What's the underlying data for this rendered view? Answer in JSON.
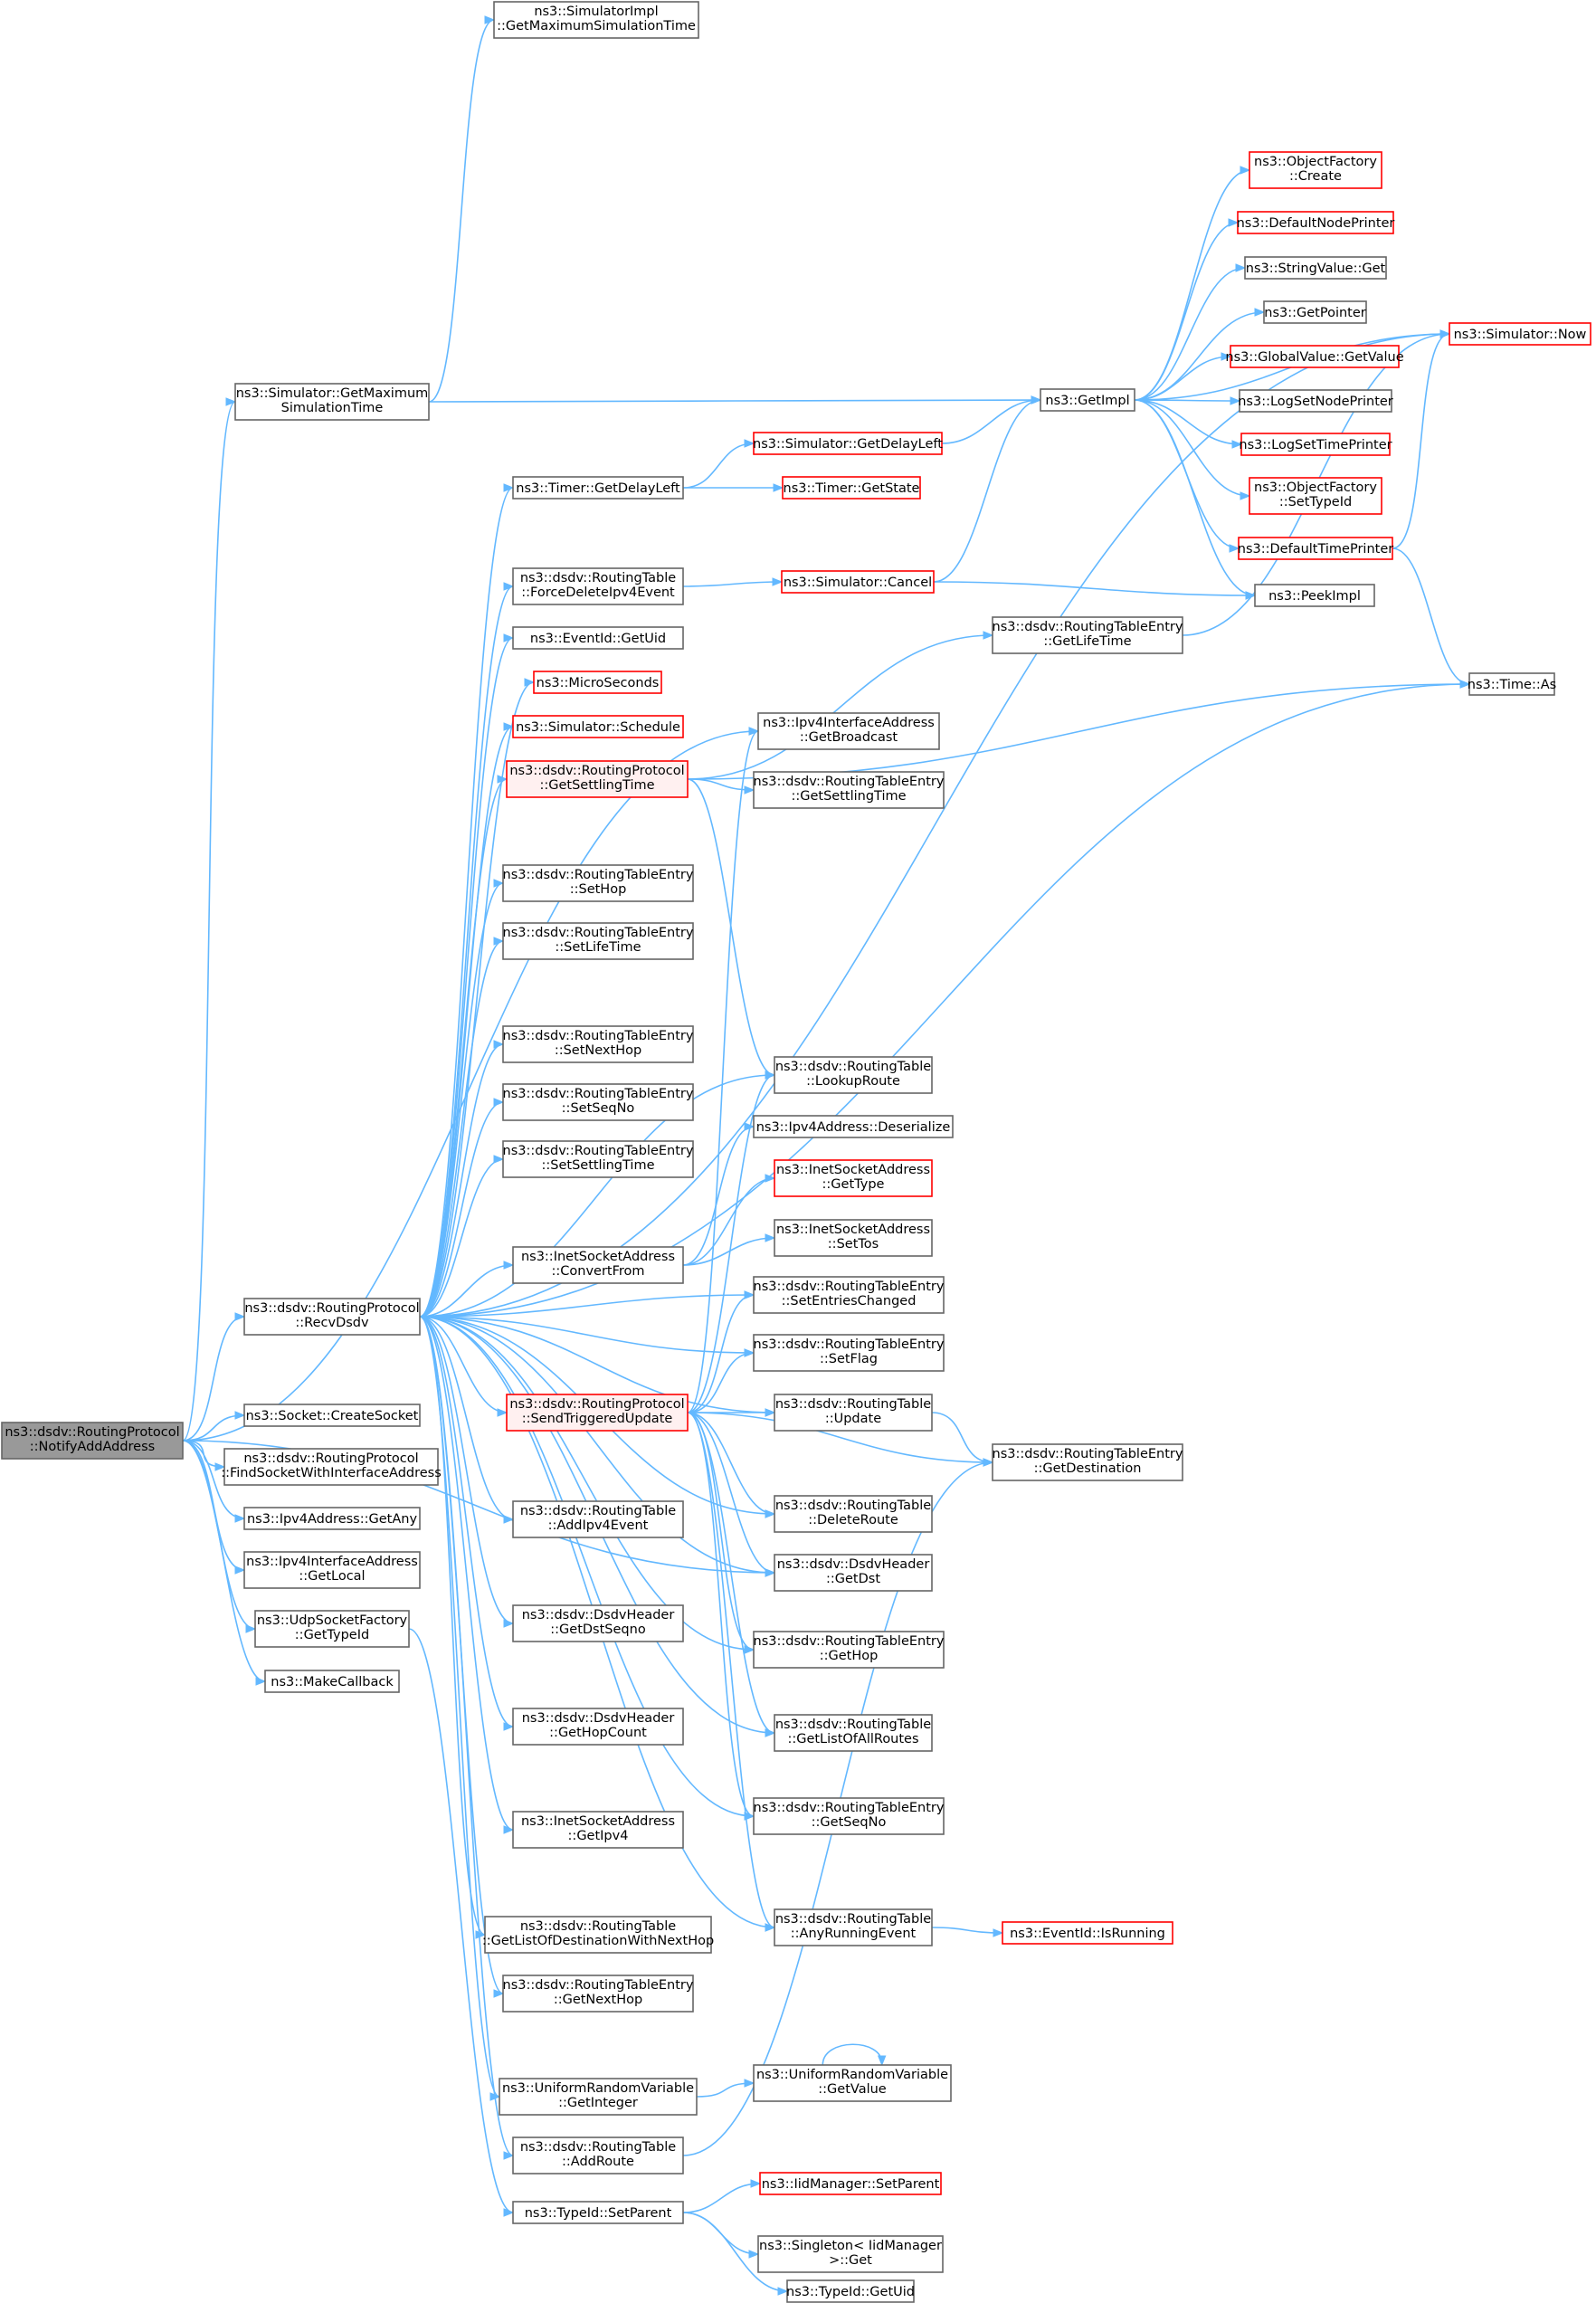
{
  "nodes": [
    {
      "id": "root",
      "lines": [
        "ns3::dsdv::RoutingProtocol",
        "::NotifyAddAddress"
      ],
      "style": "root"
    },
    {
      "id": "smaxsim",
      "lines": [
        "ns3::SimulatorImpl",
        "::GetMaximumSimulationTime"
      ],
      "style": "normal"
    },
    {
      "id": "getmax",
      "lines": [
        "ns3::Simulator::GetMaximum",
        "SimulationTime"
      ],
      "style": "normal"
    },
    {
      "id": "getimpl",
      "lines": [
        "ns3::GetImpl"
      ],
      "style": "normal"
    },
    {
      "id": "ofcreate",
      "lines": [
        "ns3::ObjectFactory",
        "::Create"
      ],
      "style": "red"
    },
    {
      "id": "defnode",
      "lines": [
        "ns3::DefaultNodePrinter"
      ],
      "style": "red"
    },
    {
      "id": "strget",
      "lines": [
        "ns3::StringValue::Get"
      ],
      "style": "normal"
    },
    {
      "id": "getptr",
      "lines": [
        "ns3::GetPointer"
      ],
      "style": "normal"
    },
    {
      "id": "gvget",
      "lines": [
        "ns3::GlobalValue::GetValue"
      ],
      "style": "red"
    },
    {
      "id": "now",
      "lines": [
        "ns3::Simulator::Now"
      ],
      "style": "red"
    },
    {
      "id": "lognode",
      "lines": [
        "ns3::LogSetNodePrinter"
      ],
      "style": "normal"
    },
    {
      "id": "logtime",
      "lines": [
        "ns3::LogSetTimePrinter"
      ],
      "style": "red"
    },
    {
      "id": "oftype",
      "lines": [
        "ns3::ObjectFactory",
        "::SetTypeId"
      ],
      "style": "red"
    },
    {
      "id": "deftime",
      "lines": [
        "ns3::DefaultTimePrinter"
      ],
      "style": "red"
    },
    {
      "id": "peekimpl",
      "lines": [
        "ns3::PeekImpl"
      ],
      "style": "normal"
    },
    {
      "id": "timeras",
      "lines": [
        "ns3::Time::As"
      ],
      "style": "normal"
    },
    {
      "id": "timerdl",
      "lines": [
        "ns3::Timer::GetDelayLeft"
      ],
      "style": "normal"
    },
    {
      "id": "simdl",
      "lines": [
        "ns3::Simulator::GetDelayLeft"
      ],
      "style": "red"
    },
    {
      "id": "timerstate",
      "lines": [
        "ns3::Timer::GetState"
      ],
      "style": "red"
    },
    {
      "id": "forcedel",
      "lines": [
        "ns3::dsdv::RoutingTable",
        "::ForceDeleteIpv4Event"
      ],
      "style": "normal"
    },
    {
      "id": "simcancel",
      "lines": [
        "ns3::Simulator::Cancel"
      ],
      "style": "red"
    },
    {
      "id": "evuid",
      "lines": [
        "ns3::EventId::GetUid"
      ],
      "style": "normal"
    },
    {
      "id": "micro",
      "lines": [
        "ns3::MicroSeconds"
      ],
      "style": "red"
    },
    {
      "id": "simsched",
      "lines": [
        "ns3::Simulator::Schedule"
      ],
      "style": "red"
    },
    {
      "id": "rtelife",
      "lines": [
        "ns3::dsdv::RoutingTableEntry",
        "::GetLifeTime"
      ],
      "style": "normal"
    },
    {
      "id": "ipv4bcast",
      "lines": [
        "ns3::Ipv4InterfaceAddress",
        "::GetBroadcast"
      ],
      "style": "normal"
    },
    {
      "id": "getsettle",
      "lines": [
        "ns3::dsdv::RoutingProtocol",
        "::GetSettlingTime"
      ],
      "style": "redpink"
    },
    {
      "id": "rtesettle",
      "lines": [
        "ns3::dsdv::RoutingTableEntry",
        "::GetSettlingTime"
      ],
      "style": "normal"
    },
    {
      "id": "sethop",
      "lines": [
        "ns3::dsdv::RoutingTableEntry",
        "::SetHop"
      ],
      "style": "normal"
    },
    {
      "id": "setlife",
      "lines": [
        "ns3::dsdv::RoutingTableEntry",
        "::SetLifeTime"
      ],
      "style": "normal"
    },
    {
      "id": "setnexthop",
      "lines": [
        "ns3::dsdv::RoutingTableEntry",
        "::SetNextHop"
      ],
      "style": "normal"
    },
    {
      "id": "setseqno",
      "lines": [
        "ns3::dsdv::RoutingTableEntry",
        "::SetSeqNo"
      ],
      "style": "normal"
    },
    {
      "id": "setsettle",
      "lines": [
        "ns3::dsdv::RoutingTableEntry",
        "::SetSettlingTime"
      ],
      "style": "normal"
    },
    {
      "id": "lookup",
      "lines": [
        "ns3::dsdv::RoutingTable",
        "::LookupRoute"
      ],
      "style": "normal"
    },
    {
      "id": "deser",
      "lines": [
        "ns3::Ipv4Address::Deserialize"
      ],
      "style": "normal"
    },
    {
      "id": "isagettype",
      "lines": [
        "ns3::InetSocketAddress",
        "::GetType"
      ],
      "style": "red"
    },
    {
      "id": "convfrom",
      "lines": [
        "ns3::InetSocketAddress",
        "::ConvertFrom"
      ],
      "style": "normal"
    },
    {
      "id": "settos",
      "lines": [
        "ns3::InetSocketAddress",
        "::SetTos"
      ],
      "style": "normal"
    },
    {
      "id": "recv",
      "lines": [
        "ns3::dsdv::RoutingProtocol",
        "::RecvDsdv"
      ],
      "style": "normal"
    },
    {
      "id": "setent",
      "lines": [
        "ns3::dsdv::RoutingTableEntry",
        "::SetEntriesChanged"
      ],
      "style": "normal"
    },
    {
      "id": "setflag",
      "lines": [
        "ns3::dsdv::RoutingTableEntry",
        "::SetFlag"
      ],
      "style": "normal"
    },
    {
      "id": "sendtrig",
      "lines": [
        "ns3::dsdv::RoutingProtocol",
        "::SendTriggeredUpdate"
      ],
      "style": "redpink"
    },
    {
      "id": "update",
      "lines": [
        "ns3::dsdv::RoutingTable",
        "::Update"
      ],
      "style": "normal"
    },
    {
      "id": "getdest",
      "lines": [
        "ns3::dsdv::RoutingTableEntry",
        "::GetDestination"
      ],
      "style": "normal"
    },
    {
      "id": "createsock",
      "lines": [
        "ns3::Socket::CreateSocket"
      ],
      "style": "normal"
    },
    {
      "id": "findsock",
      "lines": [
        "ns3::dsdv::RoutingProtocol",
        "::FindSocketWithInterfaceAddress"
      ],
      "style": "normal"
    },
    {
      "id": "delroute",
      "lines": [
        "ns3::dsdv::RoutingTable",
        "::DeleteRoute"
      ],
      "style": "normal"
    },
    {
      "id": "getany",
      "lines": [
        "ns3::Ipv4Address::GetAny"
      ],
      "style": "normal"
    },
    {
      "id": "addipv4",
      "lines": [
        "ns3::dsdv::RoutingTable",
        "::AddIpv4Event"
      ],
      "style": "normal"
    },
    {
      "id": "getlocal",
      "lines": [
        "ns3::Ipv4InterfaceAddress",
        "::GetLocal"
      ],
      "style": "normal"
    },
    {
      "id": "getdst",
      "lines": [
        "ns3::dsdv::DsdvHeader",
        "::GetDst"
      ],
      "style": "normal"
    },
    {
      "id": "udptype",
      "lines": [
        "ns3::UdpSocketFactory",
        "::GetTypeId"
      ],
      "style": "normal"
    },
    {
      "id": "dstseq",
      "lines": [
        "ns3::dsdv::DsdvHeader",
        "::GetDstSeqno"
      ],
      "style": "normal"
    },
    {
      "id": "gethop",
      "lines": [
        "ns3::dsdv::RoutingTableEntry",
        "::GetHop"
      ],
      "style": "normal"
    },
    {
      "id": "makecb",
      "lines": [
        "ns3::MakeCallback"
      ],
      "style": "normal"
    },
    {
      "id": "hopcount",
      "lines": [
        "ns3::dsdv::DsdvHeader",
        "::GetHopCount"
      ],
      "style": "normal"
    },
    {
      "id": "allroutes",
      "lines": [
        "ns3::dsdv::RoutingTable",
        "::GetListOfAllRoutes"
      ],
      "style": "normal"
    },
    {
      "id": "getipv4",
      "lines": [
        "ns3::InetSocketAddress",
        "::GetIpv4"
      ],
      "style": "normal"
    },
    {
      "id": "getseqno",
      "lines": [
        "ns3::dsdv::RoutingTableEntry",
        "::GetSeqNo"
      ],
      "style": "normal"
    },
    {
      "id": "destnext",
      "lines": [
        "ns3::dsdv::RoutingTable",
        "::GetListOfDestinationWithNextHop"
      ],
      "style": "normal"
    },
    {
      "id": "anyrun",
      "lines": [
        "ns3::dsdv::RoutingTable",
        "::AnyRunningEvent"
      ],
      "style": "normal"
    },
    {
      "id": "isrun",
      "lines": [
        "ns3::EventId::IsRunning"
      ],
      "style": "red"
    },
    {
      "id": "getnexthop",
      "lines": [
        "ns3::dsdv::RoutingTableEntry",
        "::GetNextHop"
      ],
      "style": "normal"
    },
    {
      "id": "urvint",
      "lines": [
        "ns3::UniformRandomVariable",
        "::GetInteger"
      ],
      "style": "normal"
    },
    {
      "id": "urvval",
      "lines": [
        "ns3::UniformRandomVariable",
        "::GetValue"
      ],
      "style": "normal"
    },
    {
      "id": "addroute",
      "lines": [
        "ns3::dsdv::RoutingTable",
        "::AddRoute"
      ],
      "style": "normal"
    },
    {
      "id": "iidsetp",
      "lines": [
        "ns3::IidManager::SetParent"
      ],
      "style": "red"
    },
    {
      "id": "tidsetp",
      "lines": [
        "ns3::TypeId::SetParent"
      ],
      "style": "normal"
    },
    {
      "id": "singget",
      "lines": [
        "ns3::Singleton< IidManager",
        " >::Get"
      ],
      "style": "normal"
    },
    {
      "id": "tiduid",
      "lines": [
        "ns3::TypeId::GetUid"
      ],
      "style": "normal"
    }
  ],
  "edges": [
    [
      "root",
      "getmax"
    ],
    [
      "root",
      "recv"
    ],
    [
      "root",
      "createsock"
    ],
    [
      "root",
      "findsock"
    ],
    [
      "root",
      "getany"
    ],
    [
      "root",
      "getlocal"
    ],
    [
      "root",
      "udptype"
    ],
    [
      "root",
      "makecb"
    ],
    [
      "root",
      "ipv4bcast"
    ],
    [
      "root",
      "getdst"
    ],
    [
      "getmax",
      "smaxsim"
    ],
    [
      "getmax",
      "getimpl"
    ],
    [
      "getimpl",
      "ofcreate"
    ],
    [
      "getimpl",
      "defnode"
    ],
    [
      "getimpl",
      "strget"
    ],
    [
      "getimpl",
      "getptr"
    ],
    [
      "getimpl",
      "gvget"
    ],
    [
      "getimpl",
      "now"
    ],
    [
      "getimpl",
      "lognode"
    ],
    [
      "getimpl",
      "logtime"
    ],
    [
      "getimpl",
      "oftype"
    ],
    [
      "getimpl",
      "deftime"
    ],
    [
      "getimpl",
      "peekimpl"
    ],
    [
      "deftime",
      "now"
    ],
    [
      "deftime",
      "timeras"
    ],
    [
      "timerdl",
      "simdl"
    ],
    [
      "timerdl",
      "timerstate"
    ],
    [
      "simdl",
      "getimpl"
    ],
    [
      "forcedel",
      "simcancel"
    ],
    [
      "simcancel",
      "getimpl"
    ],
    [
      "simcancel",
      "peekimpl"
    ],
    [
      "rtelife",
      "now"
    ],
    [
      "getsettle",
      "rtelife"
    ],
    [
      "getsettle",
      "rtesettle"
    ],
    [
      "getsettle",
      "timeras"
    ],
    [
      "getsettle",
      "lookup"
    ],
    [
      "recv",
      "timerdl"
    ],
    [
      "recv",
      "forcedel"
    ],
    [
      "recv",
      "evuid"
    ],
    [
      "recv",
      "micro"
    ],
    [
      "recv",
      "simsched"
    ],
    [
      "recv",
      "getsettle"
    ],
    [
      "recv",
      "sethop"
    ],
    [
      "recv",
      "setlife"
    ],
    [
      "recv",
      "setnexthop"
    ],
    [
      "recv",
      "setseqno"
    ],
    [
      "recv",
      "setsettle"
    ],
    [
      "recv",
      "convfrom"
    ],
    [
      "recv",
      "lookup"
    ],
    [
      "recv",
      "timeras"
    ],
    [
      "recv",
      "now"
    ],
    [
      "recv",
      "setflag"
    ],
    [
      "recv",
      "update"
    ],
    [
      "recv",
      "sendtrig"
    ],
    [
      "recv",
      "addipv4"
    ],
    [
      "recv",
      "dstseq"
    ],
    [
      "recv",
      "hopcount"
    ],
    [
      "recv",
      "getipv4"
    ],
    [
      "recv",
      "destnext"
    ],
    [
      "recv",
      "getnexthop"
    ],
    [
      "recv",
      "urvint"
    ],
    [
      "recv",
      "addroute"
    ],
    [
      "recv",
      "getdst"
    ],
    [
      "recv",
      "delroute"
    ],
    [
      "recv",
      "gethop"
    ],
    [
      "recv",
      "allroutes"
    ],
    [
      "recv",
      "getseqno"
    ],
    [
      "recv",
      "anyrun"
    ],
    [
      "recv",
      "setent"
    ],
    [
      "convfrom",
      "isagettype"
    ],
    [
      "convfrom",
      "settos"
    ],
    [
      "convfrom",
      "deser"
    ],
    [
      "sendtrig",
      "setent"
    ],
    [
      "sendtrig",
      "setflag"
    ],
    [
      "sendtrig",
      "update"
    ],
    [
      "sendtrig",
      "getdest"
    ],
    [
      "sendtrig",
      "delroute"
    ],
    [
      "sendtrig",
      "getdst"
    ],
    [
      "sendtrig",
      "gethop"
    ],
    [
      "sendtrig",
      "allroutes"
    ],
    [
      "sendtrig",
      "getseqno"
    ],
    [
      "sendtrig",
      "anyrun"
    ],
    [
      "sendtrig",
      "lookup"
    ],
    [
      "sendtrig",
      "ipv4bcast"
    ],
    [
      "update",
      "getdest"
    ],
    [
      "anyrun",
      "isrun"
    ],
    [
      "urvint",
      "urvval"
    ],
    [
      "urvval",
      "urvval"
    ],
    [
      "addroute",
      "getdest"
    ],
    [
      "udptype",
      "tidsetp"
    ],
    [
      "tidsetp",
      "iidsetp"
    ],
    [
      "tidsetp",
      "singget"
    ],
    [
      "tidsetp",
      "tiduid"
    ]
  ]
}
